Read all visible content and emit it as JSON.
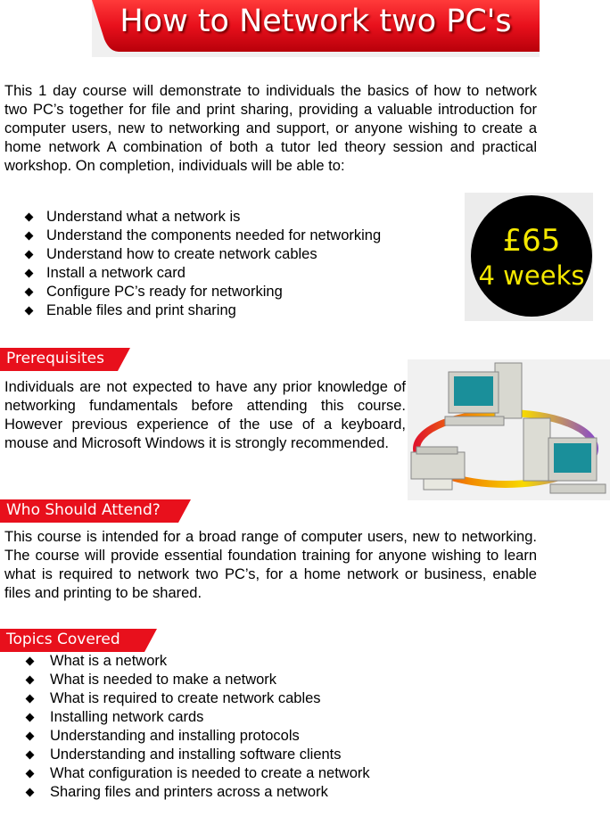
{
  "title": "How to Network two PC's",
  "intro": "This 1 day course will demonstrate to individuals the basics of how to network two PC’s together for file and print sharing, providing a valuable introduction for computer users, new to networking and support, or anyone wishing to create a home network  A combination of both a tutor led theory session and practical workshop. On completion, individuals will be able to:",
  "outcomes": [
    "Understand what a network is",
    "Understand the components needed for networking",
    "Understand how to create network cables",
    "Install a network card",
    "Configure PC’s ready for networking",
    "Enable files and print sharing"
  ],
  "price_badge": {
    "price": "£65",
    "duration": "4 weeks"
  },
  "prerequisites": {
    "heading": "Prerequisites",
    "text": "Individuals are not expected to have any prior knowledge of networking fundamentals before attending this course.  However previous experience of the use of a keyboard, mouse and Microsoft Windows it is strongly recommended."
  },
  "who_should_attend": {
    "heading": "Who Should Attend?",
    "text": "This course is intended for a broad range of computer users, new to networking.  The course will provide essential foundation training for anyone wishing to learn what is required to network two PC’s, for a home network or business, enable files and printing to be shared."
  },
  "topics": {
    "heading": "Topics Covered",
    "items": [
      "What is a network",
      "What is needed to make a network",
      "What is required to create network cables",
      "Installing network cards",
      "Understanding and installing protocols",
      "Understanding and installing software clients",
      "What configuration is needed to create a network",
      "Sharing files and printers across a network"
    ]
  },
  "colors": {
    "banner_red": "#e8101c",
    "price_yellow": "#f5e800",
    "tab_red": "#e8101c"
  },
  "icons": {
    "bullet": "diamond-bullet-icon",
    "network_image": "network-diagram-icon"
  }
}
